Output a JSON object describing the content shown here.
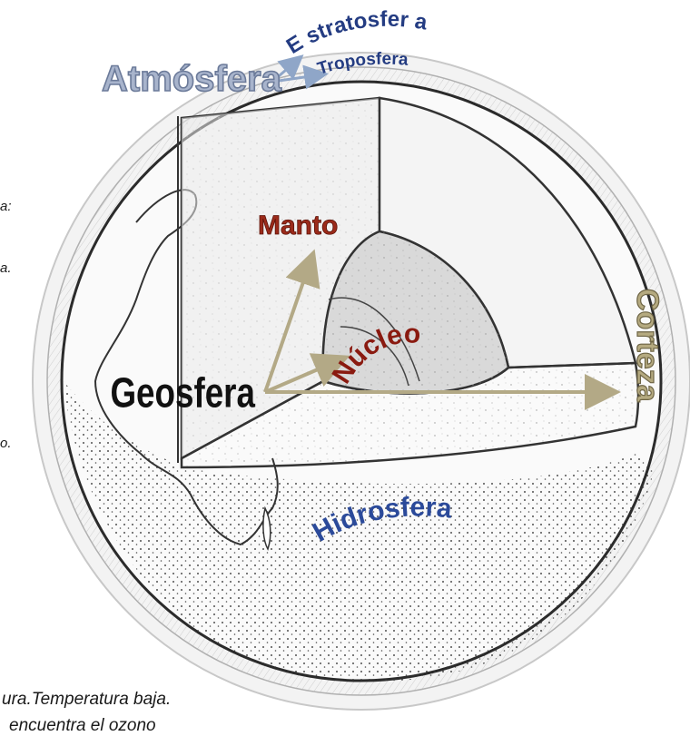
{
  "labels": {
    "atmosfera": "Atmósfera",
    "estratosfera": "E stratosfer a",
    "troposfera": "Troposfera",
    "manto": "Manto",
    "nucleo": "Núcleo",
    "geosfera": "Geosfera",
    "corteza": "Corteza",
    "hidrosfera": "Hidrosfera"
  },
  "fragments": {
    "f1": "a:",
    "f2": "a.",
    "f3": "o.",
    "f4": "ura.Temperatura baja.",
    "f5": "encuentra el ozono"
  },
  "colors": {
    "atmosfera": "#8c9bb5",
    "estratosfera": "#243c82",
    "troposfera": "#243c82",
    "manto": "#9b2a1a",
    "nucleo": "#8a1a10",
    "geosfera": "#111111",
    "corteza": "#a59a70",
    "hidrosfera": "#243c82",
    "arrow": "#b3a986"
  }
}
